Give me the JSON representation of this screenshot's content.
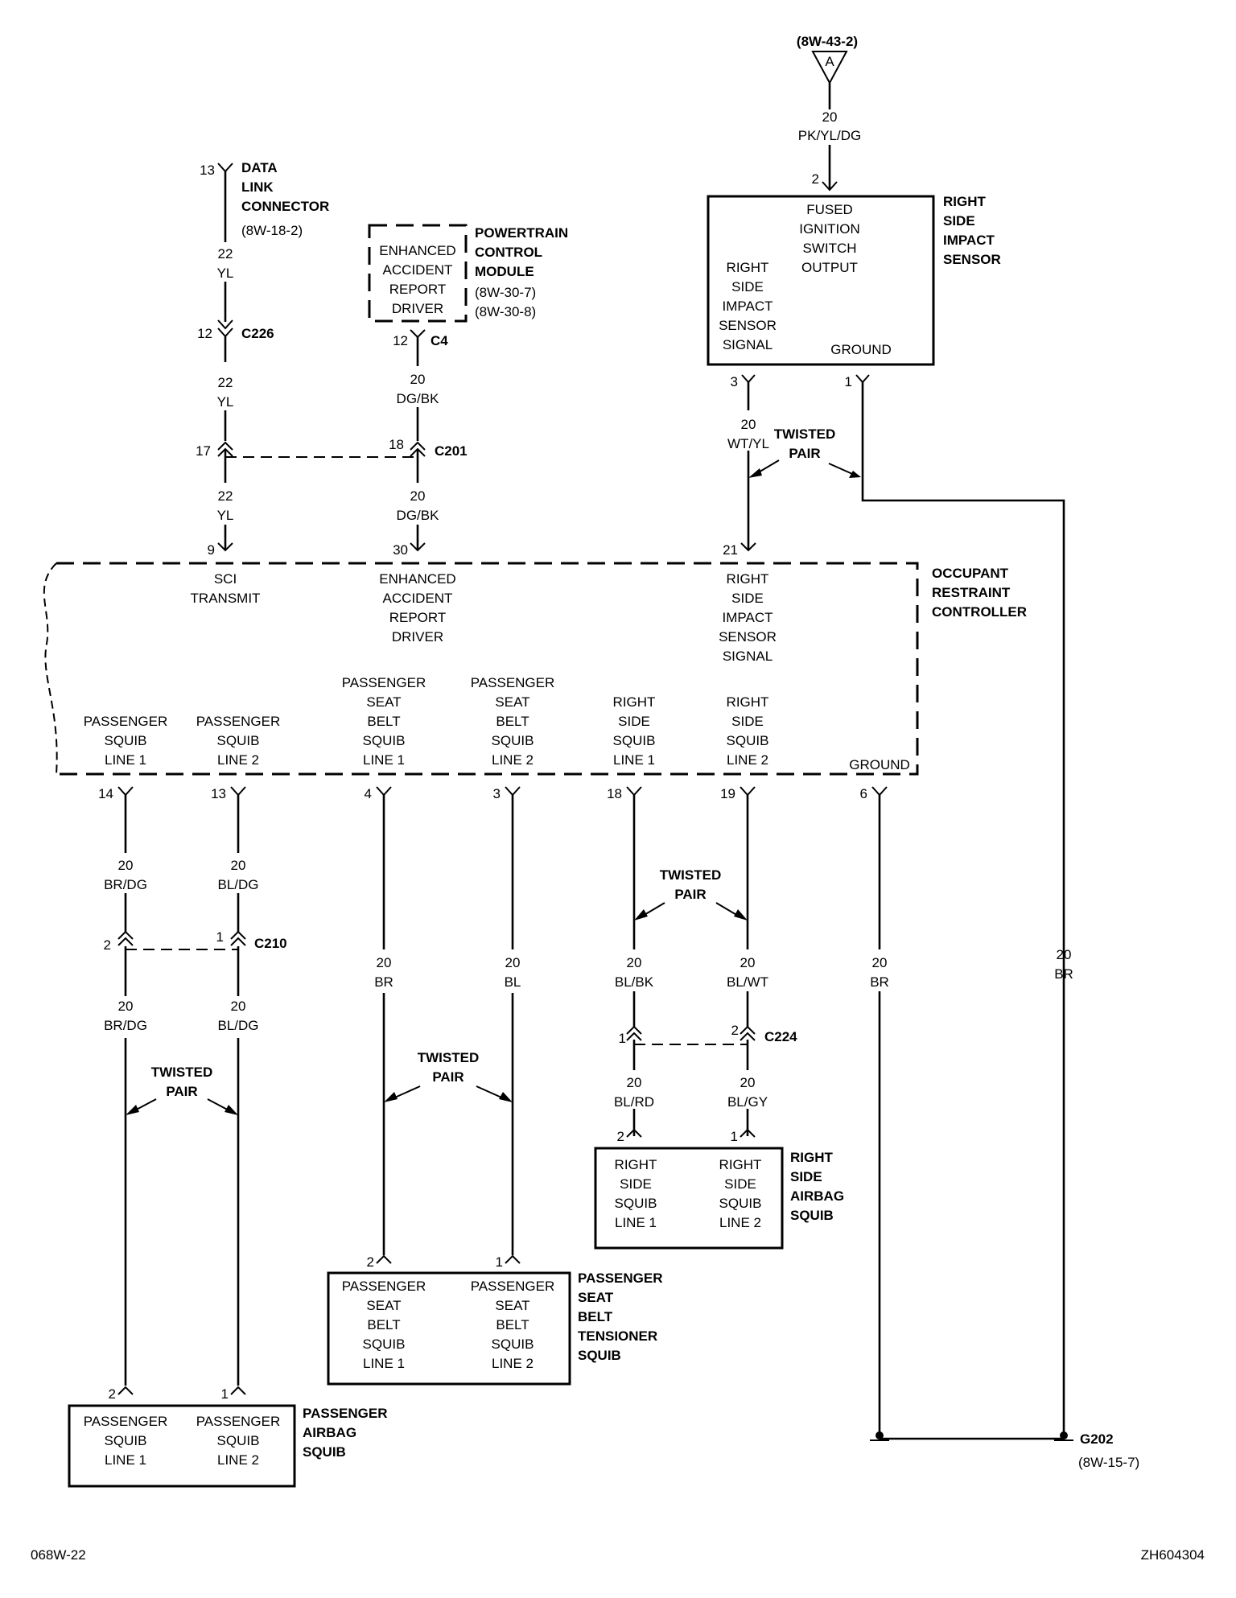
{
  "connector_a": {
    "ref": "(8W-43-2)",
    "letter": "A"
  },
  "wire_top": {
    "gauge": "20",
    "color": "PK/YL/DG"
  },
  "rsis": {
    "title": [
      "RIGHT",
      "SIDE",
      "IMPACT",
      "SENSOR"
    ],
    "pin_top": "2",
    "fused_label": [
      "FUSED",
      "IGNITION",
      "SWITCH",
      "OUTPUT"
    ],
    "signal_label": [
      "RIGHT",
      "SIDE",
      "IMPACT",
      "SENSOR",
      "SIGNAL"
    ],
    "ground_label": "GROUND",
    "pin_signal": "3",
    "pin_ground": "1"
  },
  "dlc": {
    "pin": "13",
    "title": [
      "DATA",
      "LINK",
      "CONNECTOR"
    ],
    "ref": "(8W-18-2)"
  },
  "pcm": {
    "title": [
      "POWERTRAIN",
      "CONTROL",
      "MODULE"
    ],
    "refs": [
      "(8W-30-7)",
      "(8W-30-8)"
    ],
    "inner": [
      "ENHANCED",
      "ACCIDENT",
      "REPORT",
      "DRIVER"
    ],
    "pin": "12",
    "connector": "C4"
  },
  "wires": {
    "dlc_a": {
      "gauge": "22",
      "color": "YL"
    },
    "dlc_b": {
      "gauge": "22",
      "color": "YL"
    },
    "dlc_c": {
      "gauge": "22",
      "color": "YL"
    },
    "pcm_a": {
      "gauge": "20",
      "color": "DG/BK"
    },
    "pcm_b": {
      "gauge": "20",
      "color": "DG/BK"
    },
    "rsis_sig": {
      "gauge": "20",
      "color": "WT/YL"
    },
    "p14_a": {
      "gauge": "20",
      "color": "BR/DG"
    },
    "p14_b": {
      "gauge": "20",
      "color": "BR/DG"
    },
    "p13_a": {
      "gauge": "20",
      "color": "BL/DG"
    },
    "p13_b": {
      "gauge": "20",
      "color": "BL/DG"
    },
    "p4": {
      "gauge": "20",
      "color": "BR"
    },
    "p3": {
      "gauge": "20",
      "color": "BL"
    },
    "p18_a": {
      "gauge": "20",
      "color": "BL/BK"
    },
    "p18_b": {
      "gauge": "20",
      "color": "BL/RD"
    },
    "p19_a": {
      "gauge": "20",
      "color": "BL/WT"
    },
    "p19_b": {
      "gauge": "20",
      "color": "BL/GY"
    },
    "p6": {
      "gauge": "20",
      "color": "BR"
    },
    "rsis_gnd": {
      "gauge": "20",
      "color": "BR"
    }
  },
  "c226": {
    "pin": "12",
    "name": "C226"
  },
  "c201": {
    "pin_left": "17",
    "pin_right": "18",
    "name": "C201"
  },
  "c210": {
    "pin_left": "2",
    "pin_right": "1",
    "name": "C210"
  },
  "c224": {
    "pin_left": "1",
    "pin_right": "2",
    "name": "C224"
  },
  "twisted_pair": [
    "TWISTED",
    "PAIR"
  ],
  "orc": {
    "title": [
      "OCCUPANT",
      "RESTRAINT",
      "CONTROLLER"
    ],
    "top_pins": [
      "9",
      "30",
      "21"
    ],
    "sci": [
      "SCI",
      "TRANSMIT"
    ],
    "ear": [
      "ENHANCED",
      "ACCIDENT",
      "REPORT",
      "DRIVER"
    ],
    "rsis": [
      "RIGHT",
      "SIDE",
      "IMPACT",
      "SENSOR",
      "SIGNAL"
    ],
    "bottom": [
      {
        "pin": "14",
        "label": [
          "PASSENGER",
          "SQUIB",
          "LINE 1"
        ]
      },
      {
        "pin": "13",
        "label": [
          "PASSENGER",
          "SQUIB",
          "LINE 2"
        ]
      },
      {
        "pin": "4",
        "label": [
          "PASSENGER",
          "SEAT",
          "BELT",
          "SQUIB",
          "LINE 1"
        ]
      },
      {
        "pin": "3",
        "label": [
          "PASSENGER",
          "SEAT",
          "BELT",
          "SQUIB",
          "LINE 2"
        ]
      },
      {
        "pin": "18",
        "label": [
          "RIGHT",
          "SIDE",
          "SQUIB",
          "LINE 1"
        ]
      },
      {
        "pin": "19",
        "label": [
          "RIGHT",
          "SIDE",
          "SQUIB",
          "LINE 2"
        ]
      },
      {
        "pin": "6",
        "label": [
          "GROUND"
        ]
      }
    ]
  },
  "rs_airbag": {
    "title": [
      "RIGHT",
      "SIDE",
      "AIRBAG",
      "SQUIB"
    ],
    "pins": [
      "2",
      "1"
    ],
    "l1": [
      "RIGHT",
      "SIDE",
      "SQUIB",
      "LINE 1"
    ],
    "l2": [
      "RIGHT",
      "SIDE",
      "SQUIB",
      "LINE 2"
    ]
  },
  "psbt": {
    "title": [
      "PASSENGER",
      "SEAT",
      "BELT",
      "TENSIONER",
      "SQUIB"
    ],
    "pins": [
      "2",
      "1"
    ],
    "l1": [
      "PASSENGER",
      "SEAT",
      "BELT",
      "SQUIB",
      "LINE 1"
    ],
    "l2": [
      "PASSENGER",
      "SEAT",
      "BELT",
      "SQUIB",
      "LINE 2"
    ]
  },
  "pab": {
    "title": [
      "PASSENGER",
      "AIRBAG",
      "SQUIB"
    ],
    "pins": [
      "2",
      "1"
    ],
    "l1": [
      "PASSENGER",
      "SQUIB",
      "LINE 1"
    ],
    "l2": [
      "PASSENGER",
      "SQUIB",
      "LINE 2"
    ]
  },
  "g202": {
    "name": "G202",
    "ref": "(8W-15-7)"
  },
  "footer": {
    "left": "068W-22",
    "right": "ZH604304"
  }
}
